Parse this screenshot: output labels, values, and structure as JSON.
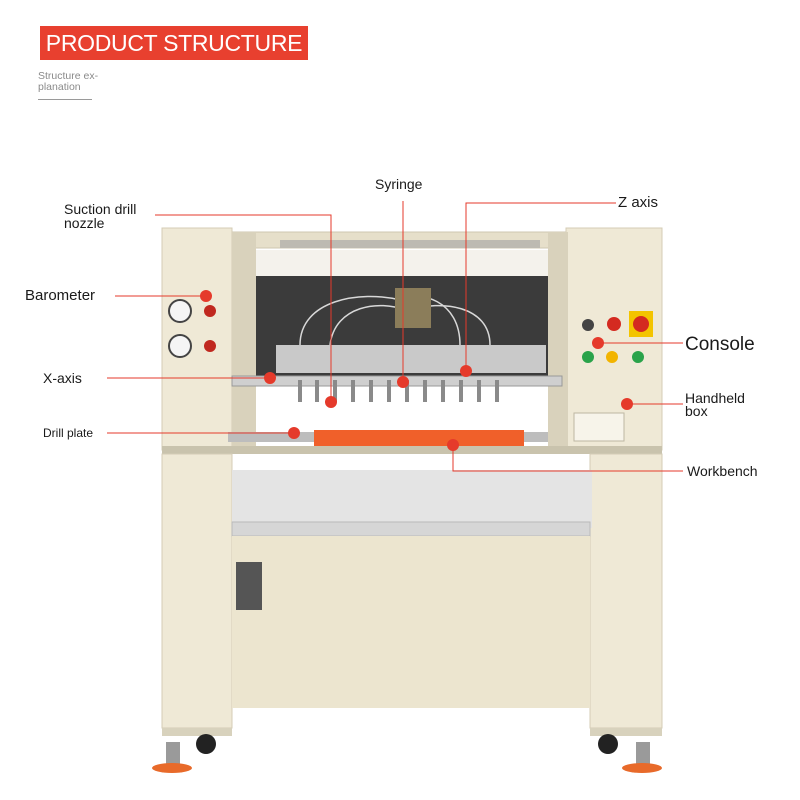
{
  "header": {
    "title": "PRODUCT STRUCTURE",
    "subtitle_line1": "Structure ex-",
    "subtitle_line2": "planation"
  },
  "callouts": {
    "syringe": "Syringe",
    "suction_line1": "Suction drill",
    "suction_line2": "nozzle",
    "z_axis": "Z axis",
    "barometer": "Barometer",
    "console": "Console",
    "x_axis": "X-axis",
    "handheld_line1": "Handheld",
    "handheld_line2": "box",
    "drill_plate": "Drill plate",
    "workbench": "Workbench"
  },
  "colors": {
    "banner": "#e8402f",
    "marker": "#e53a2b",
    "machine_body": "#efe9d6",
    "drill_plate": "#f0602a"
  }
}
